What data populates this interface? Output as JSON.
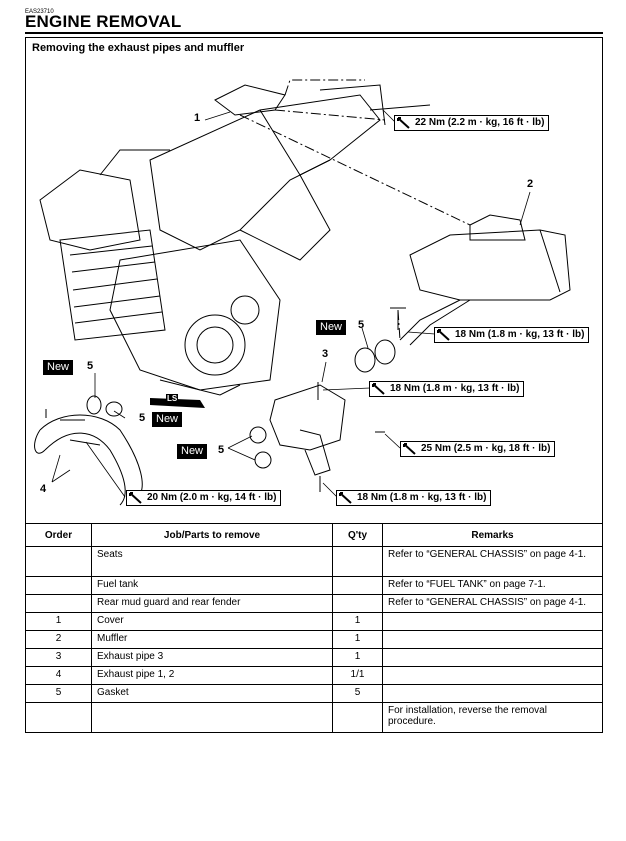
{
  "header": {
    "code": "EAS23710",
    "title": "ENGINE REMOVAL"
  },
  "section": {
    "title": "Removing the exhaust pipes and muffler"
  },
  "callouts": [
    "1",
    "2",
    "3",
    "4",
    "5",
    "5",
    "5",
    "5"
  ],
  "new_label": "New",
  "torques": [
    "22 Nm (2.2 m · kg, 16 ft · lb)",
    "18 Nm (1.8 m · kg, 13 ft · lb)",
    "18 Nm (1.8 m · kg, 13 ft · lb)",
    "25 Nm (2.5 m · kg, 18 ft · lb)",
    "20 Nm (2.0 m · kg, 14 ft · lb)",
    "18 Nm (1.8 m · kg, 13 ft · lb)"
  ],
  "lock_label": "LS",
  "table": {
    "headers": [
      "Order",
      "Job/Parts to remove",
      "Q'ty",
      "Remarks"
    ],
    "rows": [
      [
        "",
        "Seats",
        "",
        "Refer to “GENERAL CHASSIS” on page 4-1."
      ],
      [
        "",
        "Fuel tank",
        "",
        "Refer to “FUEL TANK” on page 7-1."
      ],
      [
        "",
        "Rear mud guard and rear fender",
        "",
        "Refer to “GENERAL CHASSIS” on page 4-1."
      ],
      [
        "1",
        "Cover",
        "1",
        ""
      ],
      [
        "2",
        "Muffler",
        "1",
        ""
      ],
      [
        "3",
        "Exhaust pipe 3",
        "1",
        ""
      ],
      [
        "4",
        "Exhaust pipe 1, 2",
        "1/1",
        ""
      ],
      [
        "5",
        "Gasket",
        "5",
        ""
      ],
      [
        "",
        "",
        "",
        "For installation, reverse the removal procedure."
      ]
    ]
  }
}
